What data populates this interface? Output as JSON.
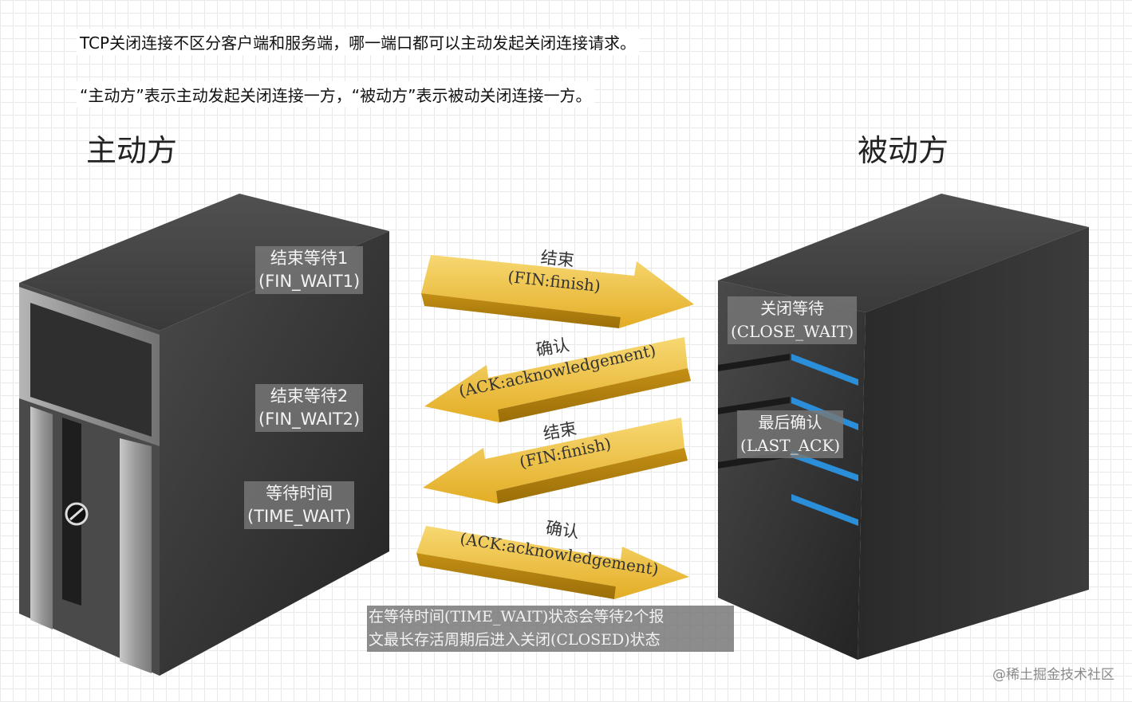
{
  "intro": {
    "line1": "TCP关闭连接不区分客户端和服务端，哪一端口都可以主动发起关闭连接请求。",
    "line2": "“主动方”表示主动发起关闭连接一方，“被动方”表示被动关闭连接一方。"
  },
  "active_side": {
    "title": "主动方",
    "states": [
      {
        "name": "结束等待1",
        "code": "(FIN_WAIT1)"
      },
      {
        "name": "结束等待2",
        "code": "(FIN_WAIT2)"
      },
      {
        "name": "等待时间",
        "code": "(TIME_WAIT)"
      }
    ]
  },
  "passive_side": {
    "title": "被动方",
    "states": [
      {
        "name": "关闭等待",
        "code": "(CLOSE_WAIT)"
      },
      {
        "name": "最后确认",
        "code": "(LAST_ACK)"
      }
    ]
  },
  "messages": [
    {
      "title": "结束",
      "detail": "(FIN:finish)",
      "direction": "to-passive"
    },
    {
      "title": "确认",
      "detail": "(ACK:acknowledgement)",
      "direction": "to-active"
    },
    {
      "title": "结束",
      "detail": "(FIN:finish)",
      "direction": "to-active"
    },
    {
      "title": "确认",
      "detail": "(ACK:acknowledgement)",
      "direction": "to-passive"
    }
  ],
  "note": {
    "line1": "在等待时间(TIME_WAIT)状态会等待2个报",
    "line2": "文最长存活周期后进入关闭(CLOSED)状态"
  },
  "watermark": "@稀土掘金技术社区",
  "colors": {
    "arrow_fill": "#e8b630",
    "server_body": "#3a3a3a",
    "led": "#2a8fd8",
    "label_bg": "#787878"
  }
}
